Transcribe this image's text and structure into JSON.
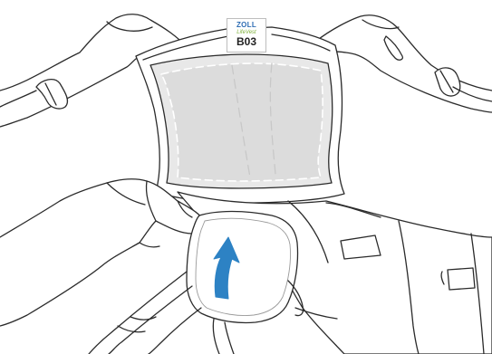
{
  "label": {
    "brand": "ZOLL",
    "product": "LifeVest",
    "code": "B03"
  },
  "colors": {
    "outline": "#2b2b2b",
    "garment_fill": "#ffffff",
    "pocket_fill": "#e6e6e6",
    "arrow": "#2d82c4",
    "brand": "#2e6db3",
    "product": "#7fb13b"
  },
  "icons": {
    "direction_arrow": "curved-up-arrow-icon"
  }
}
